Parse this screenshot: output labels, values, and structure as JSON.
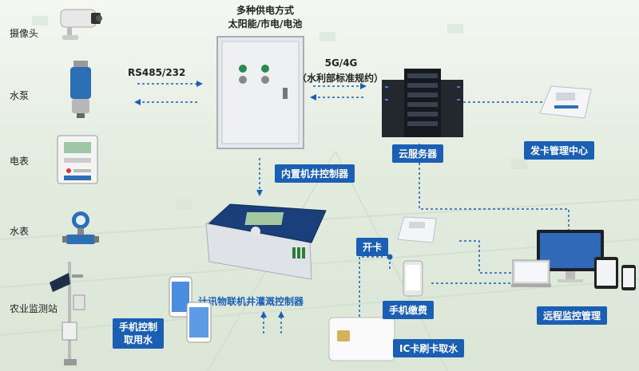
{
  "top_caption": {
    "line1": "多种供电方式",
    "line2": "太阳能/市电/电池"
  },
  "left_devices": [
    "摄像头",
    "水泵",
    "电表",
    "水表",
    "农业监测站"
  ],
  "link_left": "RS485/232",
  "link_right": {
    "line1": "5G/4G",
    "line2": "（水利部标准规约）"
  },
  "badges": {
    "cabinet": "内置机井控制器",
    "cloud": "云服务器",
    "card_center": "发卡管理中心",
    "open_card": "开卡",
    "mobile_pay": "手机缴费",
    "remote": "远程监控管理",
    "phone_control": "手机控制\n取用水",
    "ic_card": "IC卡刷卡取水"
  },
  "controller_label": "计讯物联机井灌溉控制器",
  "colors": {
    "badge": "#1a5fb4",
    "dotted": "#1a5fb4"
  }
}
